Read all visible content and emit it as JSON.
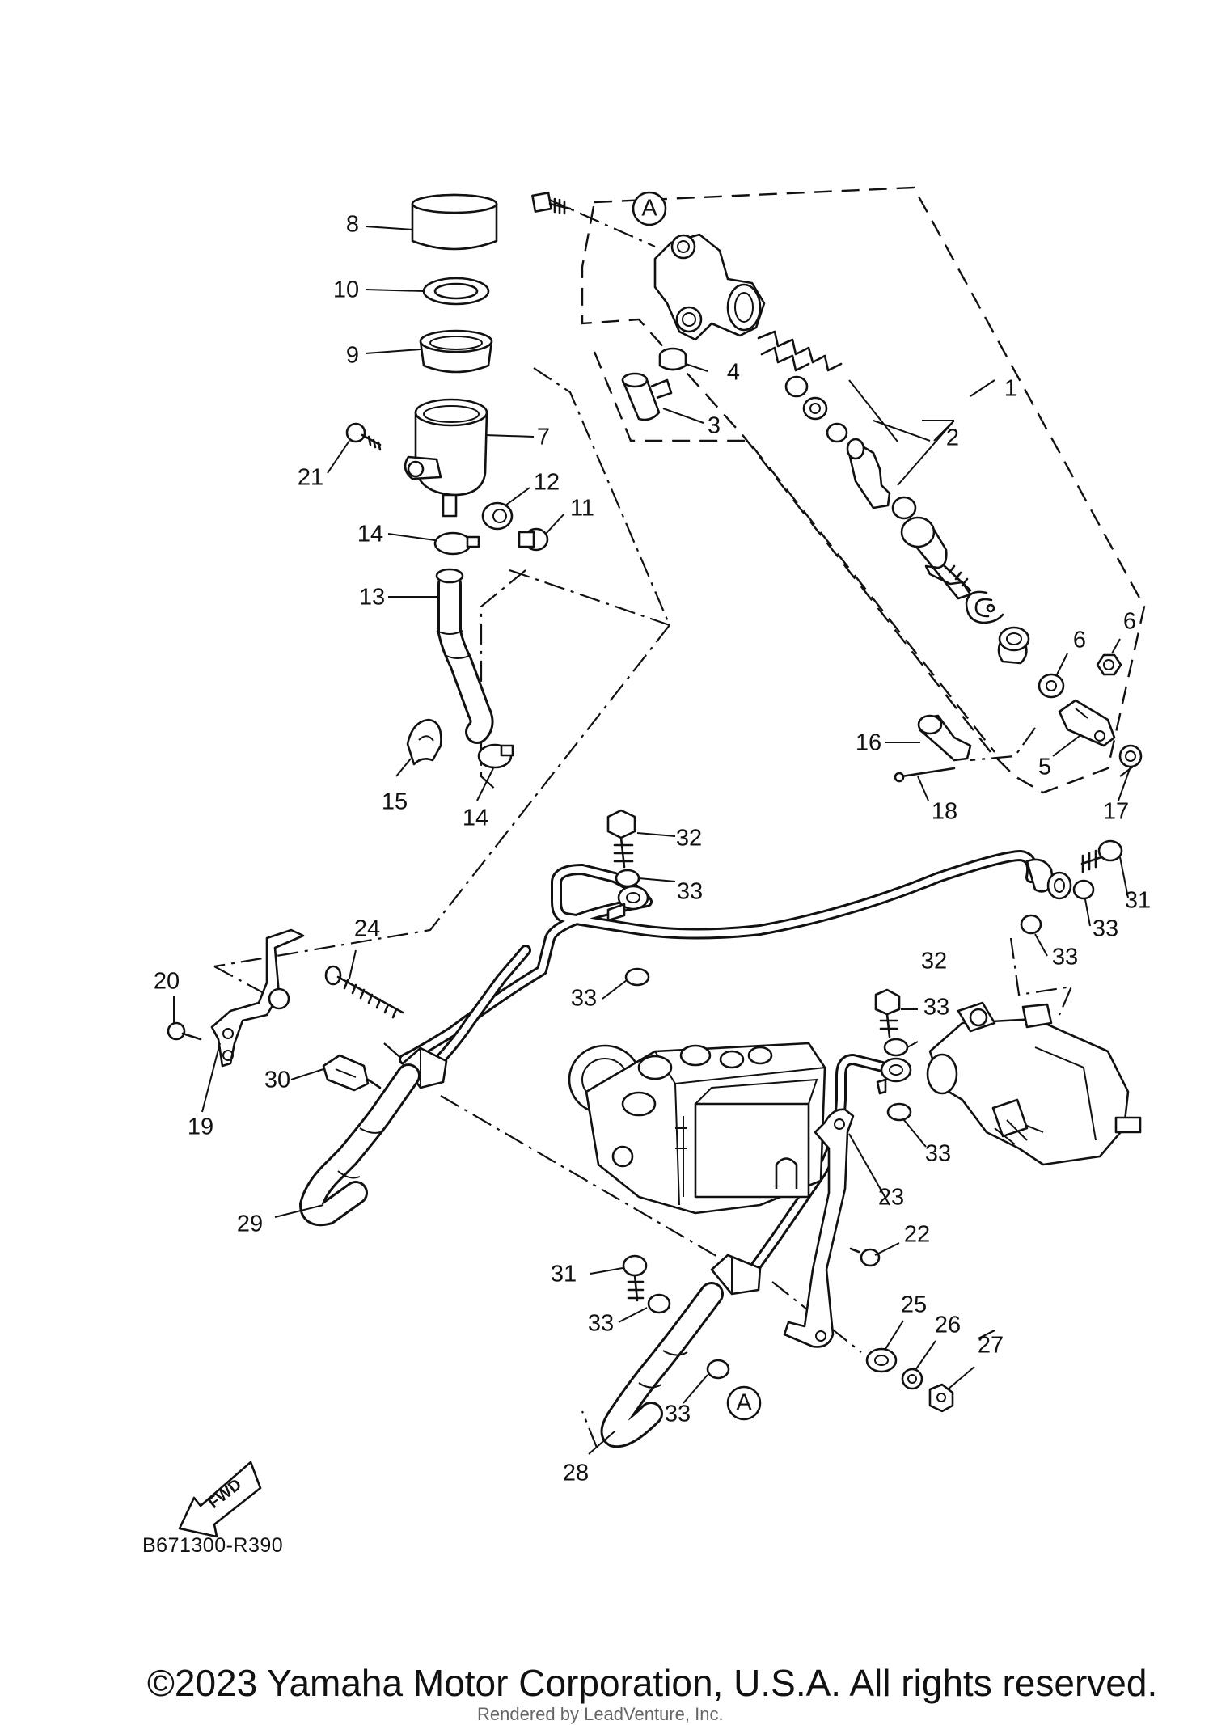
{
  "diagram": {
    "part_number": "B671300-R390",
    "fwd_label": "FWD",
    "ref_marker": "A",
    "callouts": [
      {
        "id": "c1",
        "text": "1"
      },
      {
        "id": "c2",
        "text": "2"
      },
      {
        "id": "c3",
        "text": "3"
      },
      {
        "id": "c4",
        "text": "4"
      },
      {
        "id": "c5",
        "text": "5"
      },
      {
        "id": "c6a",
        "text": "6"
      },
      {
        "id": "c6b",
        "text": "6"
      },
      {
        "id": "c7",
        "text": "7"
      },
      {
        "id": "c8",
        "text": "8"
      },
      {
        "id": "c9",
        "text": "9"
      },
      {
        "id": "c10",
        "text": "10"
      },
      {
        "id": "c11",
        "text": "11"
      },
      {
        "id": "c12",
        "text": "12"
      },
      {
        "id": "c13",
        "text": "13"
      },
      {
        "id": "c14a",
        "text": "14"
      },
      {
        "id": "c14b",
        "text": "14"
      },
      {
        "id": "c15",
        "text": "15"
      },
      {
        "id": "c16",
        "text": "16"
      },
      {
        "id": "c17",
        "text": "17"
      },
      {
        "id": "c18",
        "text": "18"
      },
      {
        "id": "c19",
        "text": "19"
      },
      {
        "id": "c20",
        "text": "20"
      },
      {
        "id": "c21",
        "text": "21"
      },
      {
        "id": "c22",
        "text": "22"
      },
      {
        "id": "c23",
        "text": "23"
      },
      {
        "id": "c24",
        "text": "24"
      },
      {
        "id": "c25",
        "text": "25"
      },
      {
        "id": "c26",
        "text": "26"
      },
      {
        "id": "c27",
        "text": "27"
      },
      {
        "id": "c28",
        "text": "28"
      },
      {
        "id": "c29",
        "text": "29"
      },
      {
        "id": "c30",
        "text": "30"
      },
      {
        "id": "c31a",
        "text": "31"
      },
      {
        "id": "c31b",
        "text": "31"
      },
      {
        "id": "c32a",
        "text": "32"
      },
      {
        "id": "c32b",
        "text": "32"
      },
      {
        "id": "c33a",
        "text": "33"
      },
      {
        "id": "c33b",
        "text": "33"
      },
      {
        "id": "c33c",
        "text": "33"
      },
      {
        "id": "c33d",
        "text": "33"
      },
      {
        "id": "c33e",
        "text": "33"
      },
      {
        "id": "c33f",
        "text": "33"
      },
      {
        "id": "c33g",
        "text": "33"
      },
      {
        "id": "c33h",
        "text": "33"
      }
    ]
  },
  "watermark": "Rendered by LeadVenture, Inc.",
  "copyright": "©2023 Yamaha Motor Corporation, U.S.A. All rights reserved."
}
